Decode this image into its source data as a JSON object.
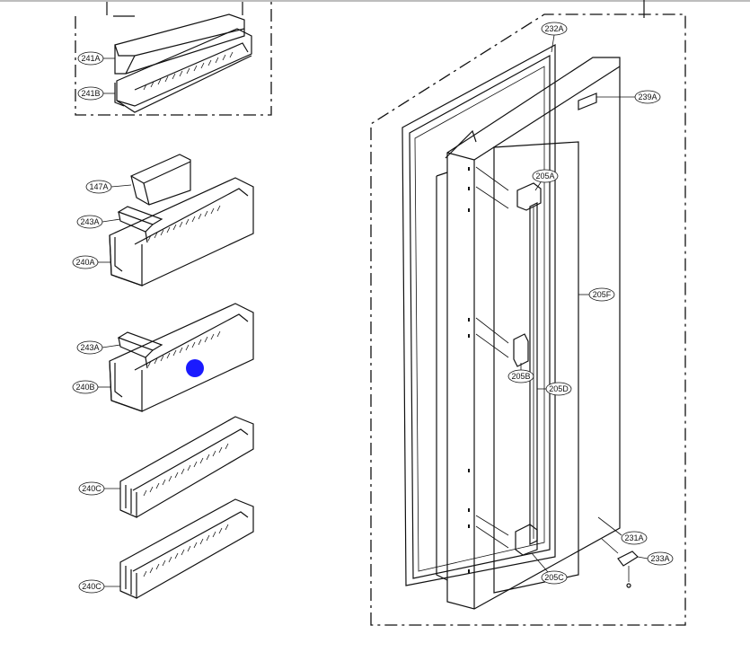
{
  "diagram": {
    "labels": {
      "l241A": "241A",
      "l241B": "241B",
      "l147A": "147A",
      "l243A_1": "243A",
      "l240A": "240A",
      "l243A_2": "243A",
      "l240B": "240B",
      "l240C_1": "240C",
      "l240C_2": "240C",
      "l232A": "232A",
      "l239A": "239A",
      "l205A": "205A",
      "l205F": "205F",
      "l205B": "205B",
      "l205D": "205D",
      "l231A": "231A",
      "l233A": "233A",
      "l205C": "205C"
    },
    "marker_color": "#1a1aff"
  }
}
